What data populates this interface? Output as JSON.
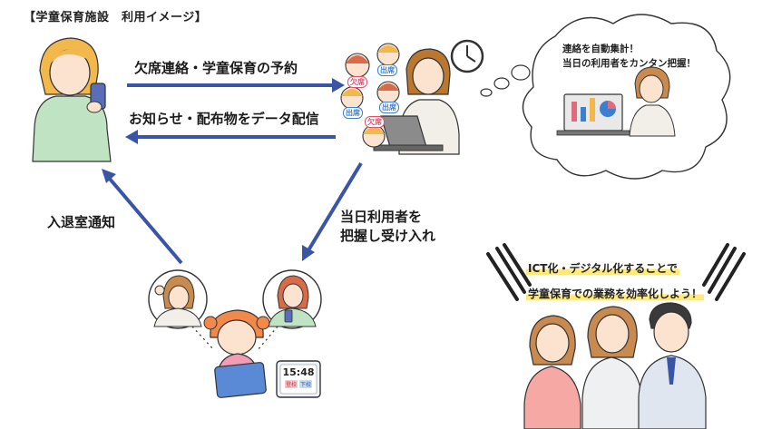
{
  "title": "【学童保育施設　利用イメージ】",
  "arrows": {
    "top": "欠席連絡・学童保育の予約",
    "middle": "お知らせ・配布物をデータ配信",
    "right_line1": "当日利用者を",
    "right_line2": "把握し受け入れ",
    "left": "入退室通知"
  },
  "thought_bubble": {
    "line1": "連絡を自動集計！",
    "line2": "当日の利用者をカンタン把握！"
  },
  "status_badges": {
    "attend": "出席",
    "absent": "欠席"
  },
  "tablet": {
    "time": "15:48",
    "button_in": "登校",
    "button_out": "下校"
  },
  "slogan": {
    "line1": "ICT化・デジタル化することで",
    "line2": "学童保育での業務を効率化しよう！"
  },
  "colors": {
    "arrow": "#3b55a6",
    "skin": "#fbe3cf",
    "hair_brown": "#c98a4f",
    "badge_attend": "#3b7fd0",
    "badge_absent": "#e0506a"
  }
}
